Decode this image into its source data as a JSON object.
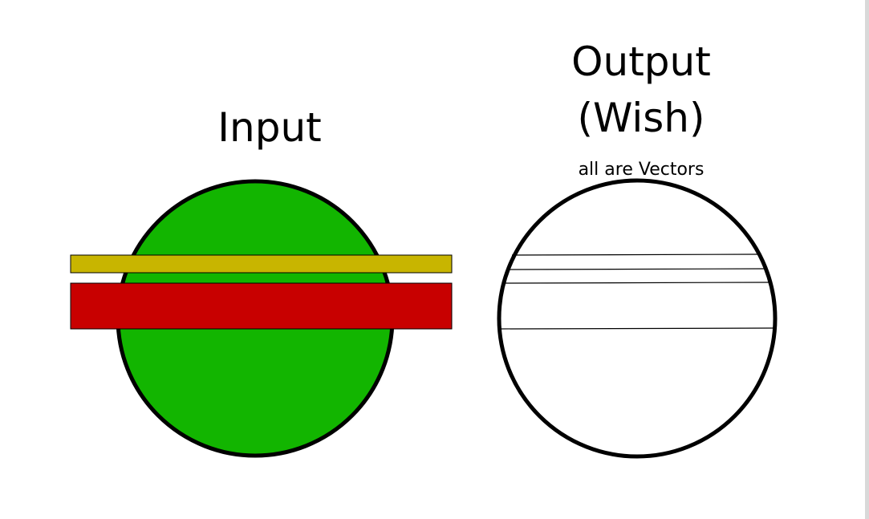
{
  "input": {
    "title": "Input",
    "colors": {
      "circle": "#12b500",
      "bar_top": "#c8b500",
      "bar_bottom": "#c80000",
      "stroke": "#000000"
    }
  },
  "output": {
    "title_line1": "Output",
    "title_line2": "(Wish)",
    "note": "all are Vectors",
    "colors": {
      "circle": "#ffffff",
      "stroke": "#000000"
    }
  }
}
